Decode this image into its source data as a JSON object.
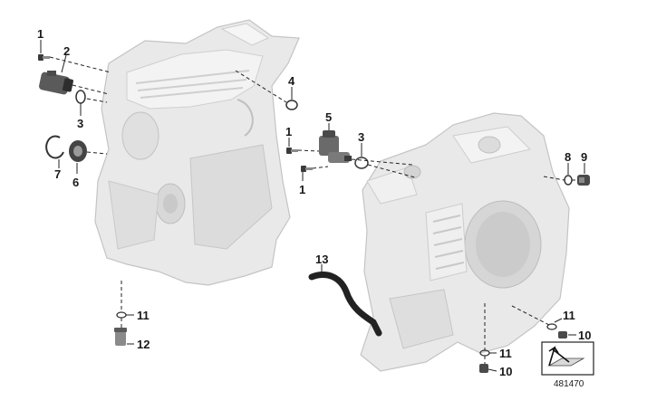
{
  "diagram": {
    "part_numbers": {
      "p1_top": "1",
      "p2": "2",
      "p3_left": "3",
      "p4": "4",
      "p5": "5",
      "p1_mid_a": "1",
      "p3_mid": "3",
      "p1_mid_b": "1",
      "p7": "7",
      "p6": "6",
      "p8": "8",
      "p9": "9",
      "p13": "13",
      "p11_left": "11",
      "p12": "12",
      "p11_right_a": "11",
      "p10_right_a": "10",
      "p11_right_b": "11",
      "p10_right_b": "10"
    },
    "diagram_id": "481470",
    "colors": {
      "housing_fill": "#e9e9e9",
      "housing_shade": "#d2d2d2",
      "housing_edge": "#b8b8b8",
      "part_dark": "#3a3a3a",
      "part_mid": "#8a8a8a",
      "hose": "#222222"
    },
    "icons": [
      "view-direction-arrow-icon"
    ]
  }
}
